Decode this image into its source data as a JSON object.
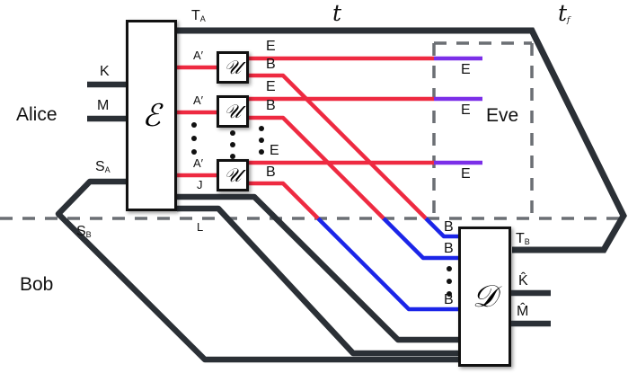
{
  "figure": {
    "title_time_label": "t",
    "final_time_label": "t",
    "final_time_sub": "f",
    "party_left": "Alice",
    "party_bottom": "Bob",
    "party_eavesdropper": "Eve"
  },
  "operators": {
    "encoder": "ℰ",
    "decoder": "𝒟",
    "unitary": "𝒰"
  },
  "alice_inputs": [
    {
      "name": "K",
      "sub": ""
    },
    {
      "name": "M",
      "sub": ""
    },
    {
      "name": "S",
      "sub": "A"
    }
  ],
  "alice_outputs": {
    "top_channel": {
      "name": "T",
      "sub": "A"
    },
    "modes": [
      {
        "in": "A′",
        "out_top": "E",
        "out_bottom": "B"
      },
      {
        "in": "A′",
        "out_top": "E",
        "out_bottom": "B"
      },
      {
        "in": "A′",
        "out_top": "E",
        "out_bottom": "B"
      }
    ],
    "aux_lines": [
      {
        "name": "J"
      },
      {
        "name": "L"
      }
    ]
  },
  "eve_box": {
    "label": "Eve",
    "intercepted_modes": [
      "E",
      "E",
      "E"
    ]
  },
  "bob_inputs": {
    "secret": {
      "name": "S",
      "sub": "B"
    },
    "modes": [
      "B",
      "B",
      "B"
    ]
  },
  "bob_outputs": {
    "top_channel": {
      "name": "T",
      "sub": "B"
    },
    "key_estimate": "K̂",
    "message_estimate": "M̂"
  },
  "colors": {
    "dark": "#2b3036",
    "red": "#ee2a41",
    "blue": "#1b25e8",
    "purple": "#7b2fe8",
    "dashed_gray": "#6b6f74",
    "box_border": "#111111"
  }
}
